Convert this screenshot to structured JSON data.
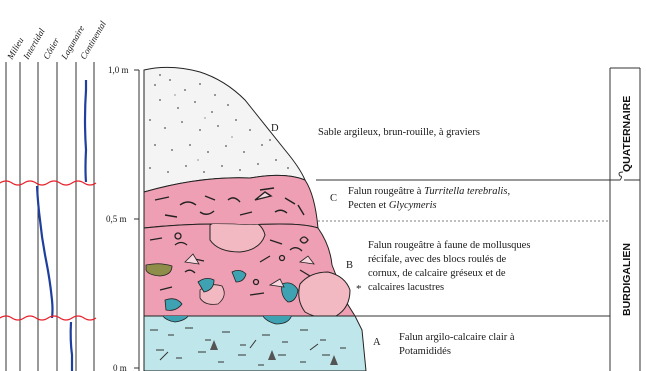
{
  "environment_columns": [
    "Milieu",
    "Intertidal",
    "Côtier",
    "Lagunaire",
    "Continental"
  ],
  "scale": {
    "top": "1,0 m",
    "middle": "0,5 m",
    "bottom": "0 m"
  },
  "stages": {
    "upper": "QUATERNAIRE",
    "lower": "BURDIGALIEN"
  },
  "layers": {
    "D": {
      "letter": "D",
      "line1": "Sable argileux, brun-rouille, à graviers"
    },
    "C": {
      "letter": "C",
      "line1_plain": "Falun rougeâtre à ",
      "line1_italic": "Turritella terebralis",
      "line1_end": ",",
      "line2_plain": "Pecten et ",
      "line2_italic": "Glycymeris"
    },
    "B": {
      "letter": "B",
      "line1": "Falun rougeâtre à faune de mollusques",
      "line2": "récifale, avec des blocs roulés de",
      "line3": "cornux, de calcaire gréseux et de",
      "line4": "calcaires lacustres",
      "marker": "*"
    },
    "A": {
      "letter": "A",
      "line1": "Falun argilo-calcaire clair à",
      "line2": "Potamididés"
    }
  },
  "colors": {
    "sand": "#f4f4f4",
    "pink": "#ef9fb3",
    "cyan": "#bfe6ea",
    "teal": "#3fa2b3",
    "olive": "#8f8d4a",
    "block": "#f3b9c2",
    "curve": "#1f3f9e",
    "break": "#e8202a"
  }
}
